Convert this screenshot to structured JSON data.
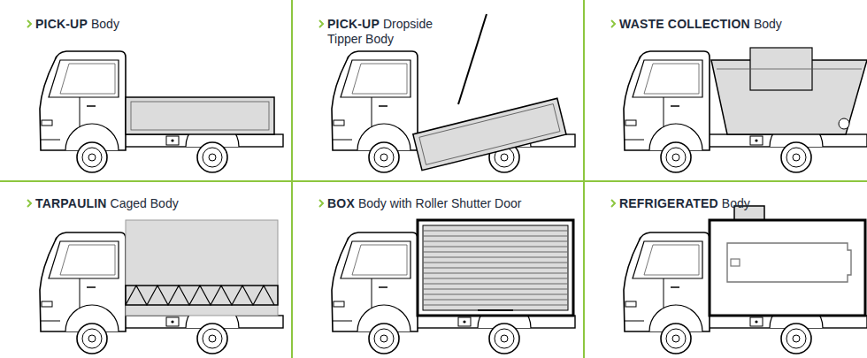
{
  "diagram": {
    "labels": [
      "PICK-UP",
      "Body",
      "PICK-UP",
      "Dropside Tipper Body",
      "WASTE COLLECTION",
      "Body",
      "TARPAULIN",
      "Caged Body",
      "BOX",
      "Body with Roller Shutter Door",
      "REFRIGERATED",
      "Body"
    ]
  }
}
